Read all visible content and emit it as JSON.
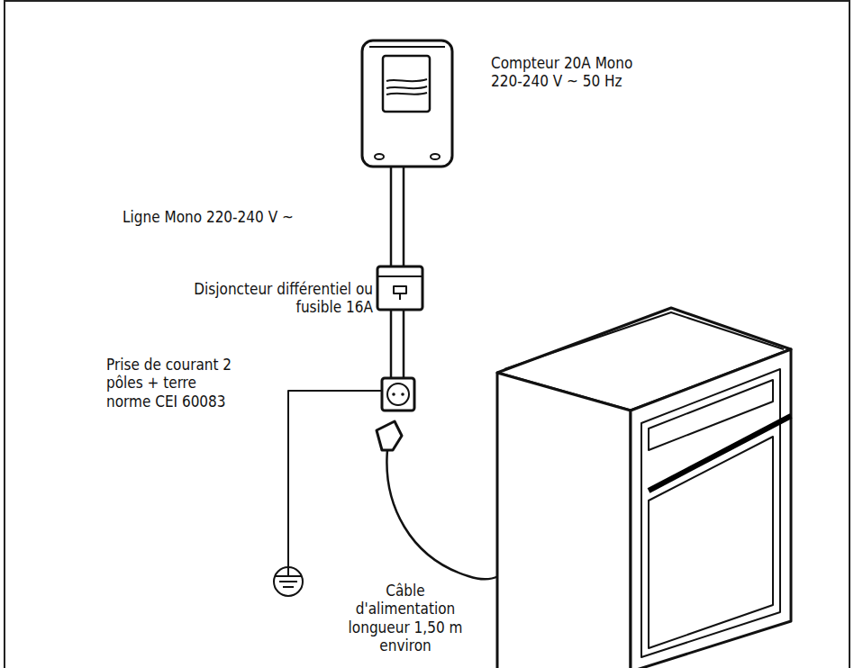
{
  "diagram": {
    "labels": [
      "Compteur 20A Mono 220-240 V ~ 50 Hz",
      "Ligne Mono 220-240 V ~",
      "Disjoncteur différentiel ou fusible 16A",
      "Prise de courant 2 pôles + terre norme CEI 60083",
      "Câble d'alimentation longueur 1,50 m environ"
    ]
  }
}
